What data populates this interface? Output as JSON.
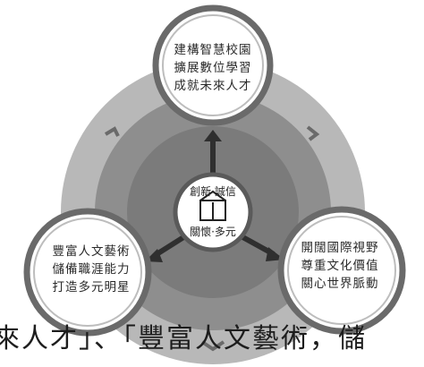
{
  "diagram": {
    "top_node": {
      "lines": [
        "建構智慧校園",
        "擴展數位學習",
        "成就未來人才"
      ]
    },
    "left_node": {
      "lines": [
        "豐富人文藝術",
        "儲備職涯能力",
        "打造多元明星"
      ]
    },
    "right_node": {
      "lines": [
        "開闊國際視野",
        "尊重文化價值",
        "關心世界脈動"
      ]
    },
    "center": {
      "top_label": "創新·誠信",
      "bottom_label": "關懷·多元"
    }
  },
  "page": {
    "bottom_line": "來人才」、「豐富人文藝術，儲"
  },
  "colors": {
    "wheel_outer": "#b3b3b3",
    "wheel_mid": "#8f8f8f",
    "wheel_inner": "#7a7a7a",
    "node_ring": "#6e6e6e",
    "node_fill": "#ffffff",
    "text": "#2a2a2a"
  }
}
